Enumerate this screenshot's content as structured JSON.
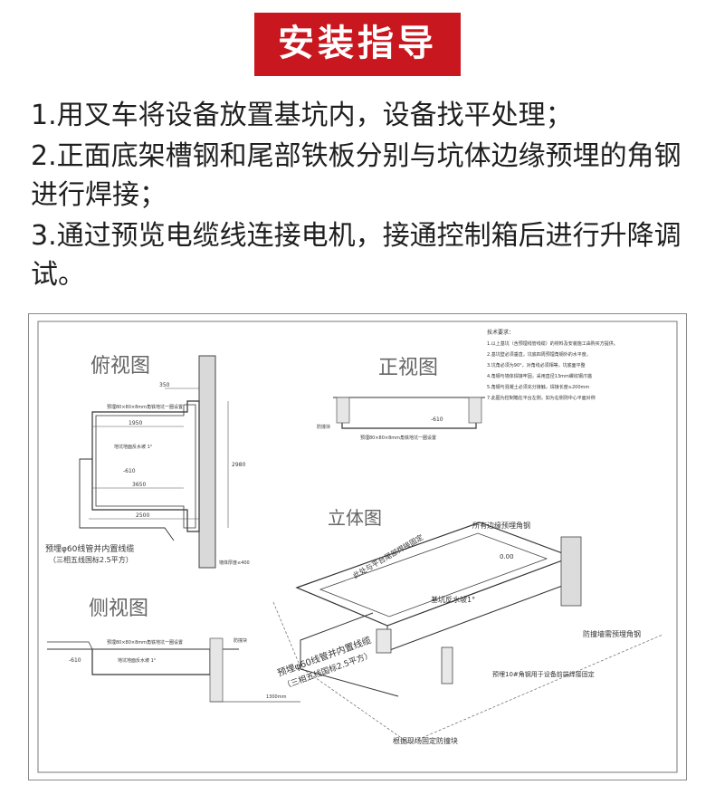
{
  "header": {
    "title": "安装指导"
  },
  "steps": [
    "1.用叉车将设备放置基坑内，设备找平处理；",
    "2.正面底架槽钢和尾部铁板分别与坑体边缘预埋的角钢进行焊接；",
    "3.通过预览电缆线连接电机，接通控制箱后进行升降调试。"
  ],
  "drawing": {
    "top_view": {
      "title": "俯视图",
      "dims": [
        "350",
        "1950",
        "3650",
        "2500",
        "2980"
      ],
      "embed_note": "预埋80×80×8mm角铁地坑一圈设置",
      "pit_slope": "地坑地面反水坡 1°",
      "depth": "-610",
      "conduit": "预埋φ60线管并内置线缆",
      "cable": "（三相五线国标2.5平方）",
      "wall": "墙体厚度≤400"
    },
    "front_view": {
      "title": "正视图",
      "depth": "-610",
      "embed_note": "预埋80×80×8mm角铁地坑一圈设置",
      "collision": "防撞块"
    },
    "side_view": {
      "title": "侧视图",
      "embed_note": "预埋80×80×8mm角铁地坑一圈设置",
      "depth": "-610",
      "slope": "地坑地面反水坡 1°",
      "collision": "防撞块",
      "dim": "1300mm"
    },
    "tech_req": {
      "title": "技术要求：",
      "items": [
        "1.以上基坑（含预埋线管线缆）的材料及安装施工由购买方提供。",
        "2.基坑壁必须垂直，坑底四周预埋角钢外的水平度。",
        "3.坑角必须为90°，对角线必须相等，坑底面平整",
        "4.角钢与墙体焊接牢固，采用直径13mm螺纹钢爪锚",
        "5.角钢与混凝土必须充分接触，焊接长度≥200mm",
        "7.此图为控制箱在平台左侧，如为右侧则中心平面对称"
      ]
    },
    "iso_view": {
      "title": "立体图",
      "weld": "此处与平台尾部焊接固定",
      "angle": "所有边缘预埋角钢",
      "zero": "0.00",
      "pit_slope": "基坑反水坡1°",
      "wall_angle": "防撞墙需预埋角钢",
      "channel": "预埋10#角钢用于设备前端焊接固定",
      "collision": "根据现场固定防撞块",
      "conduit": "预埋φ60线管并内置线缆",
      "cable": "（三相五线国标2.5平方）"
    }
  }
}
